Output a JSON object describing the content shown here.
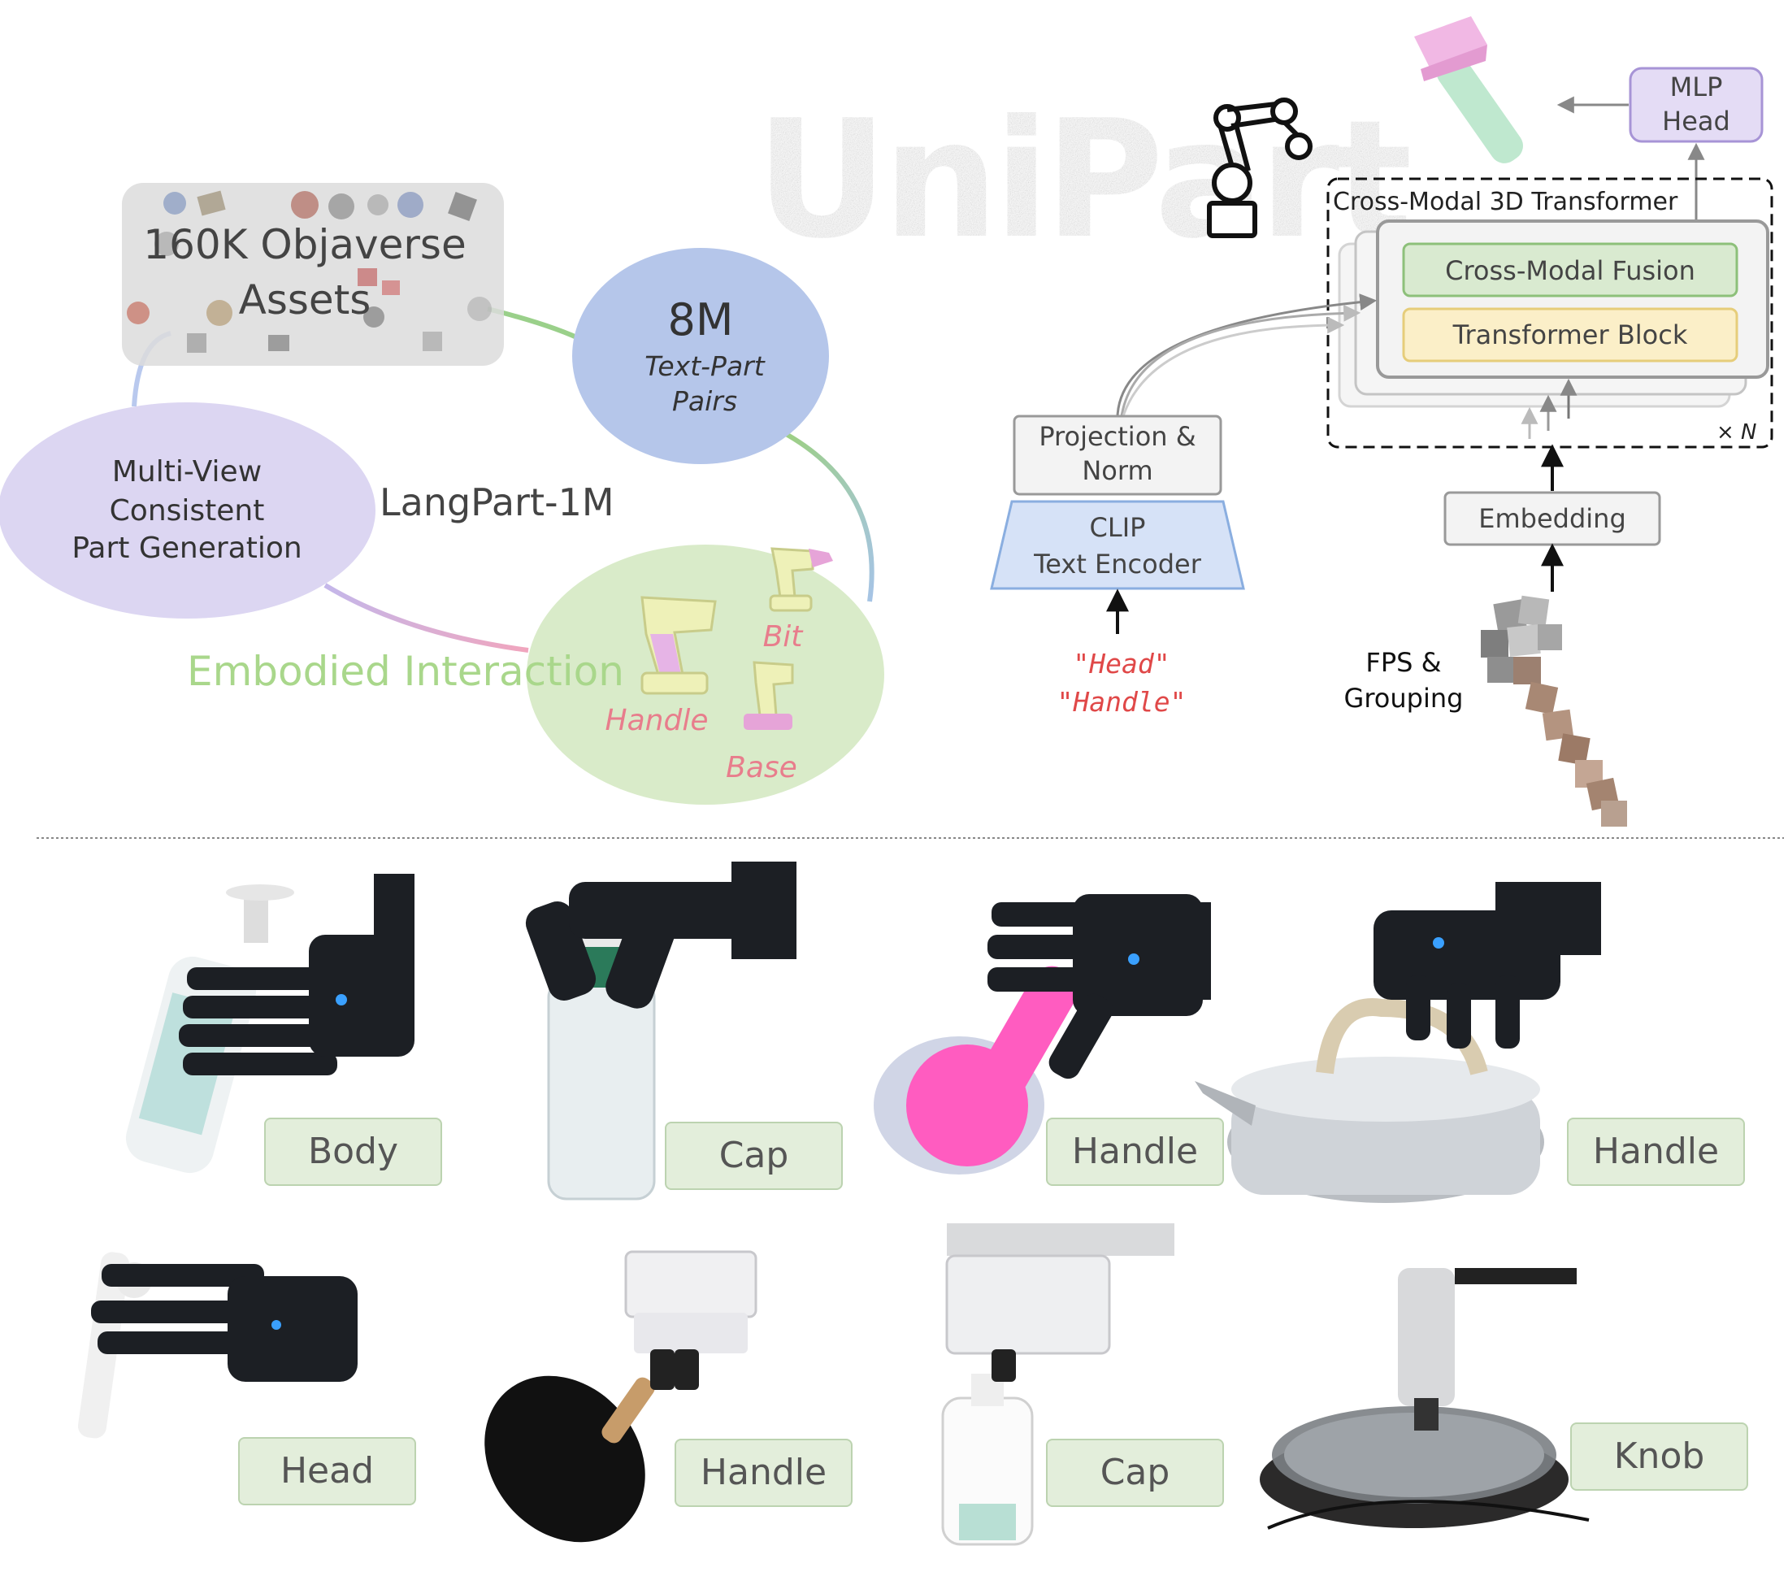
{
  "langpart": {
    "assets_label": "160K Objaverse Assets",
    "assets_line1": "160K Objaverse",
    "assets_line2": "Assets",
    "pairs_number": "8M",
    "pairs_line1": "Text-Part",
    "pairs_line2": "Pairs",
    "generation_line1": "Multi-View",
    "generation_line2": "Consistent",
    "generation_line3": "Part Generation",
    "dataset_name": "LangPart-1M",
    "interaction_label": "Embodied Interaction",
    "part_labels": [
      "Bit",
      "Handle",
      "Base"
    ]
  },
  "logo": {
    "text": "UniPart"
  },
  "architecture": {
    "transformer_title": "Cross-Modal 3D Transformer",
    "fusion_label": "Cross-Modal Fusion",
    "block_label": "Transformer Block",
    "repeat_label": "× N",
    "mlp_line1": "MLP",
    "mlp_line2": "Head",
    "projection_line1": "Projection &",
    "projection_line2": "Norm",
    "clip_line1": "CLIP",
    "clip_line2": "Text Encoder",
    "prompt1": "\"Head\"",
    "prompt2": "\"Handle\"",
    "embedding_label": "Embedding",
    "fps_line1": "FPS &",
    "fps_line2": "Grouping"
  },
  "demos": [
    {
      "label": "Body"
    },
    {
      "label": "Cap"
    },
    {
      "label": "Handle"
    },
    {
      "label": "Handle"
    },
    {
      "label": "Head"
    },
    {
      "label": "Handle"
    },
    {
      "label": "Cap"
    },
    {
      "label": "Knob"
    }
  ],
  "colors": {
    "fusion_fill": "#d9ead0",
    "block_fill": "#fbefc8",
    "mlp_fill": "#e4dcf5",
    "clip_fill": "#d6e2f7",
    "pairs_fill": "#b5c6ea",
    "generation_fill": "#dcd6f2",
    "interaction_fill": "#d9ebc9",
    "label_fill": "#e3eedb",
    "part_label_color": "#e87d8c"
  }
}
